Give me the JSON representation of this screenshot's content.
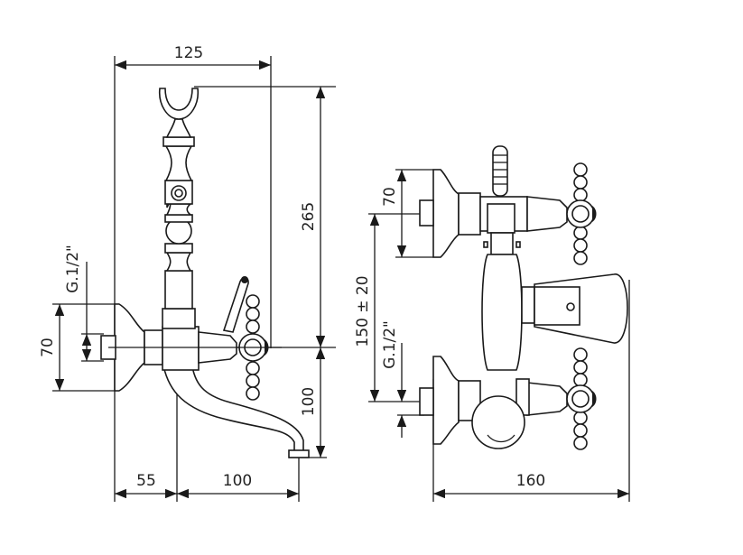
{
  "side_view": {
    "width_total": "125",
    "height_top": "265",
    "height_bottom": "100",
    "plate_height": "70",
    "thread": "G.1/2\"",
    "depth_wall": "55",
    "spout_reach": "100"
  },
  "front_view": {
    "plate_height": "70",
    "centre_distance": "150 ± 20",
    "thread": "G.1/2\"",
    "width_total": "160"
  },
  "colors": {
    "line": "#1a1a1a",
    "background": "#ffffff"
  }
}
